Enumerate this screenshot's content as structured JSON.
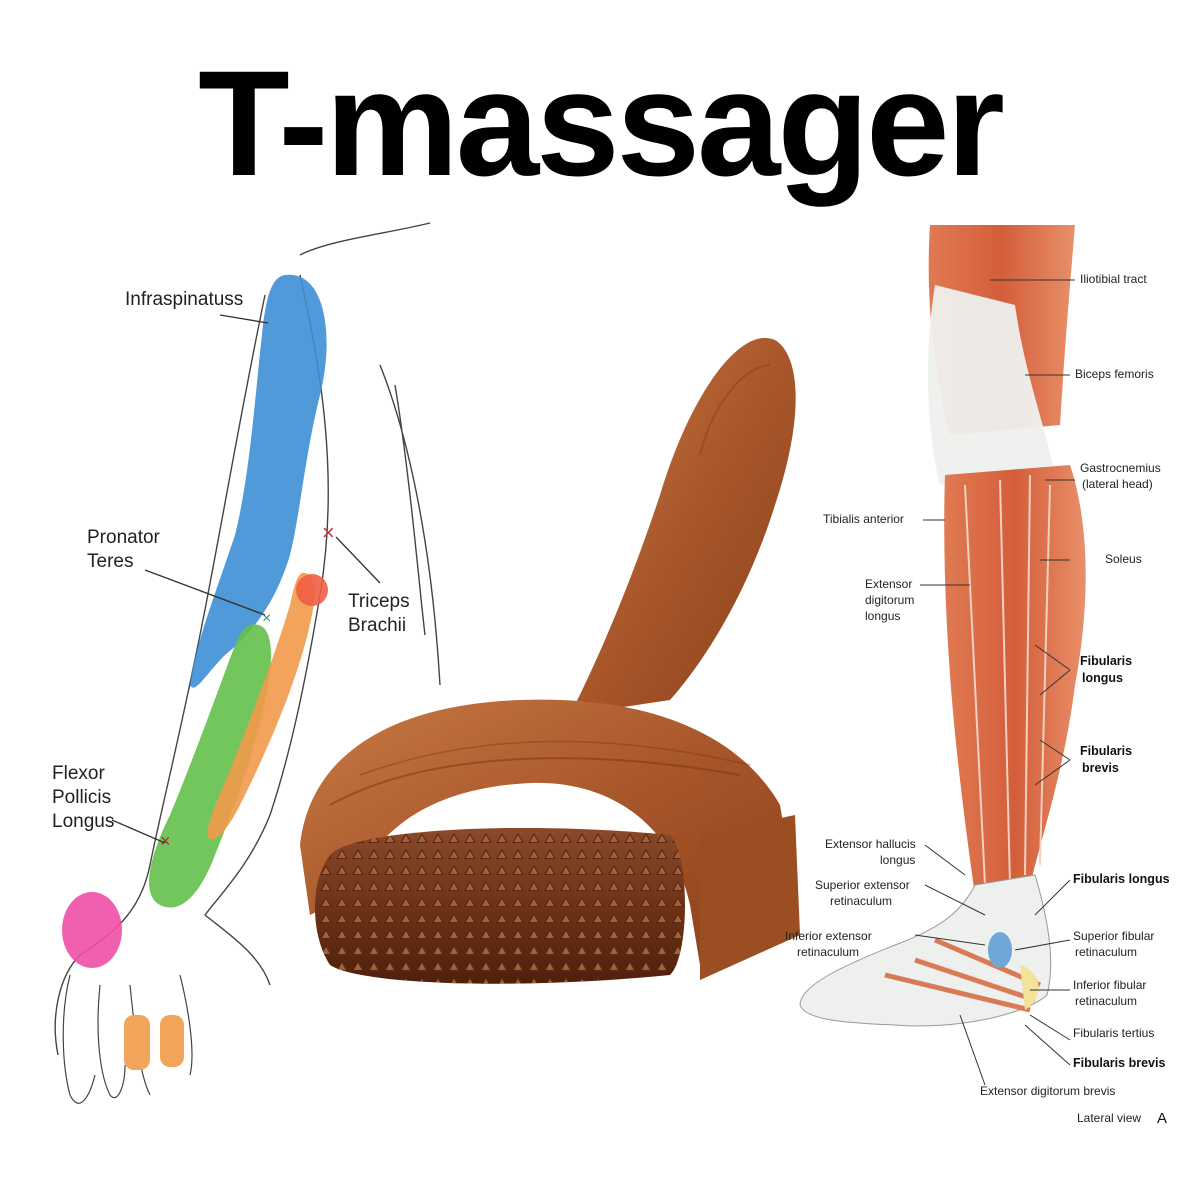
{
  "title": "T-massager",
  "arm_diagram": {
    "labels": {
      "infraspinatus": "Infraspinatuss",
      "pronator_1": "Pronator",
      "pronator_2": "Teres",
      "triceps_1": "Triceps",
      "triceps_2": "Brachii",
      "flexor_1": "Flexor",
      "flexor_2": "Pollicis",
      "flexor_3": "Longus"
    }
  },
  "leg_diagram": {
    "labels": {
      "iliotibial": "Iliotibial tract",
      "biceps": "Biceps femoris",
      "gastro_1": "Gastrocnemius",
      "gastro_2": "(lateral head)",
      "tibialis": "Tibialis anterior",
      "soleus": "Soleus",
      "ext_dig_1": "Extensor",
      "ext_dig_2": "digitorum",
      "ext_dig_3": "longus",
      "fib_longus_1": "Fibularis",
      "fib_longus_2": "longus",
      "fib_brevis_1": "Fibularis",
      "fib_brevis_2": "brevis",
      "ext_hall_1": "Extensor hallucis",
      "ext_hall_2": "longus",
      "fib_longus_b": "Fibularis longus",
      "sup_ext_1": "Superior extensor",
      "sup_ext_2": "retinaculum",
      "sup_fib_1": "Superior fibular",
      "sup_fib_2": "retinaculum",
      "inf_ext_1": "Inferior extensor",
      "inf_ext_2": "retinaculum",
      "inf_fib_1": "Inferior fibular",
      "inf_fib_2": "retinaculum",
      "fib_tertius": "Fibularis tertius",
      "fib_brevis_b": "Fibularis brevis",
      "ext_dig_brevis": "Extensor digitorum brevis",
      "view_letter": "A",
      "view": "Lateral view"
    }
  },
  "colors": {
    "wood": "#b0602c",
    "wood_dark": "#7a3412",
    "muscle": "#d96a45",
    "tendon": "#eef0ee",
    "blue_zone": "#3d8fd6",
    "green_zone": "#63c04a",
    "orange_zone": "#f29a4a",
    "pink_zone": "#ef4fa6"
  }
}
